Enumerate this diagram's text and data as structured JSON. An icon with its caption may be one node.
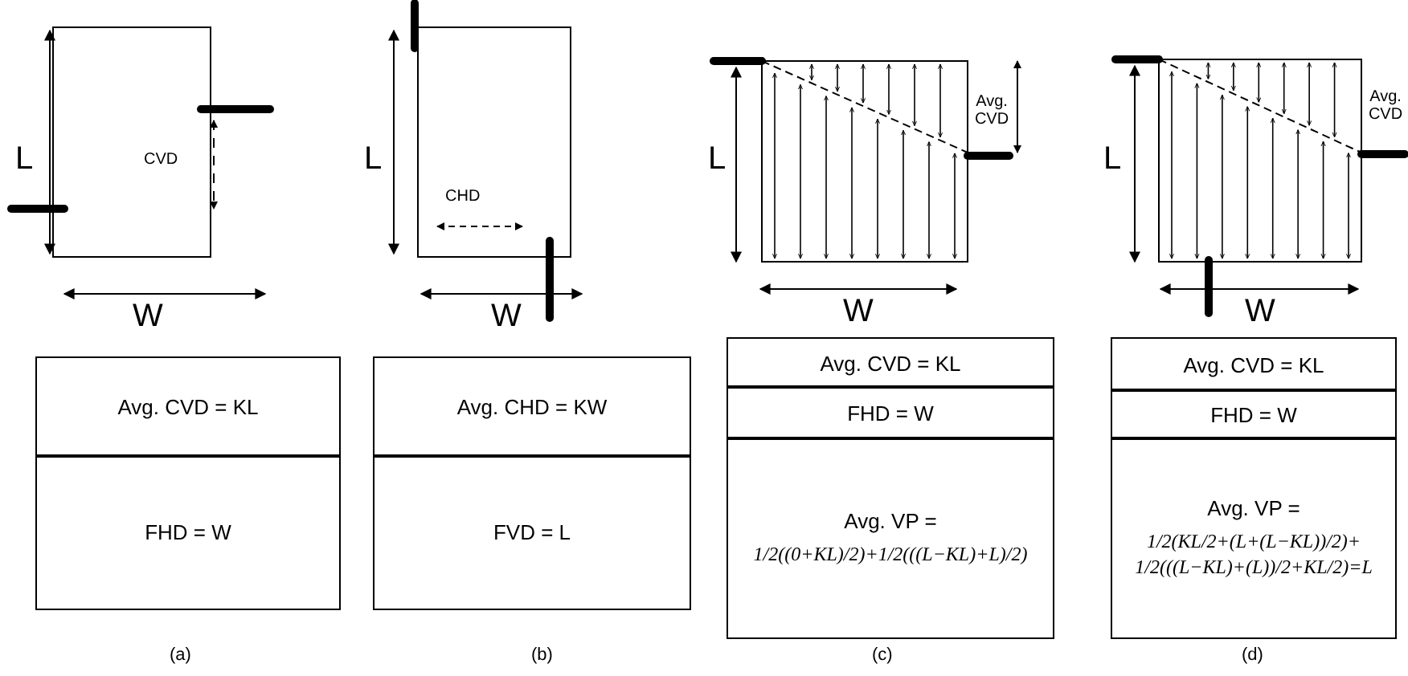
{
  "diagram": {
    "labels": [
      "L",
      "CVD",
      "W",
      "Avg. CVD = KL",
      "FHD = W",
      "(a)",
      "L",
      "CHD",
      "W",
      "Avg. CHD = KW",
      "FVD = L",
      "(b)",
      "L",
      "Avg. CVD",
      "W",
      "Avg. CVD = KL",
      "FHD = W",
      "Avg. VP =",
      "1/2((0+KL)/2)+1/2(((L−KL)+L)/2)",
      "(c)",
      "L",
      "Avg. CVD",
      "W",
      "Avg. CVD = KL",
      "FHD = W",
      "Avg. VP =",
      "1/2(KL/2+(L+(L−KL))/2)+ 1/2(((L−KL)+(L))/2+KL/2)=L",
      "(d)"
    ]
  }
}
